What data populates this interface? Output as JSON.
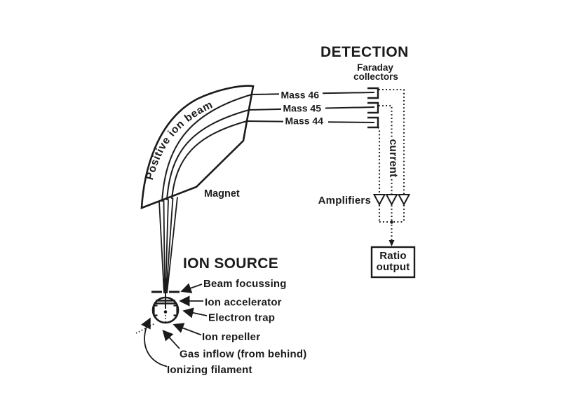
{
  "diagram": {
    "colors": {
      "ink": "#1b1b1b",
      "background": "#ffffff"
    },
    "detection": {
      "title": "DETECTION",
      "faraday": {
        "line1": "Faraday",
        "line2": "collectors"
      },
      "masses": [
        "Mass 46",
        "Mass 45",
        "Mass 44"
      ],
      "current_label": "current",
      "amplifiers_label": "Amplifiers",
      "ratio_box": {
        "line1": "Ratio",
        "line2": "output"
      }
    },
    "magnet": {
      "label": "Magnet",
      "beam_label": "Positive ion beam"
    },
    "ion_source": {
      "title": "ION SOURCE",
      "labels": {
        "beam_focussing": "Beam focussing",
        "ion_accelerator": "Ion accelerator",
        "electron_trap": "Electron trap",
        "ion_repeller": "Ion repeller",
        "gas_inflow": "Gas inflow (from behind)",
        "ionizing_filament": "Ionizing filament"
      }
    }
  }
}
